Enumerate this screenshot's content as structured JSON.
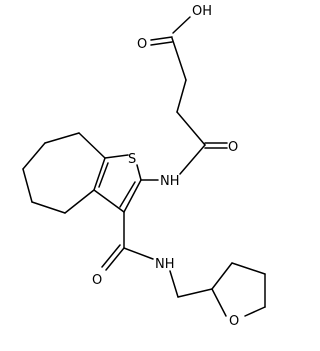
{
  "molecule": {
    "labels": {
      "carboxyl_oh": "OH",
      "carboxyl_o": "O",
      "amide1_o": "O",
      "amide1_nh": "NH",
      "thiophene_s": "S",
      "amide2_o": "O",
      "amide2_nh": "NH",
      "thf_o": "O"
    }
  }
}
